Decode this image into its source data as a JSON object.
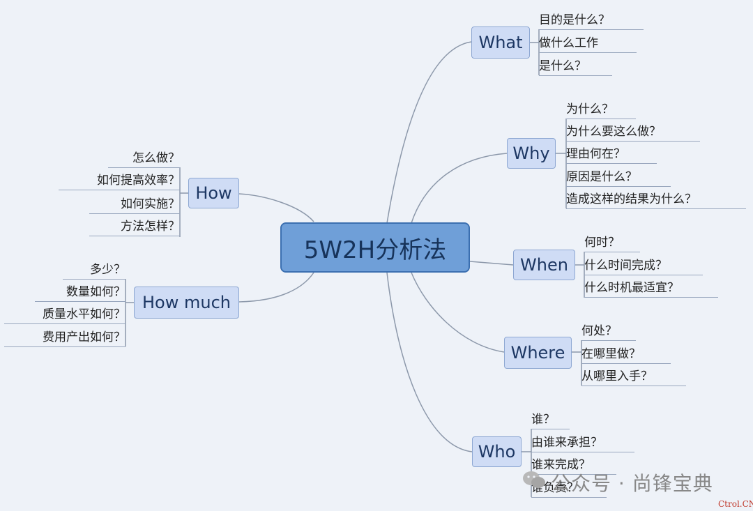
{
  "center": {
    "label": "5W2H分析法"
  },
  "what": {
    "label": "What",
    "items": [
      "目的是什么？",
      "做什么工作",
      "是什么？"
    ]
  },
  "why": {
    "label": "Why",
    "items": [
      "为什么？",
      "为什么要这么做？",
      "理由何在？",
      "原因是什么？",
      "造成这样的结果为什么？"
    ]
  },
  "when": {
    "label": "When",
    "items": [
      "何时？",
      "什么时间完成？",
      "什么时机最适宜？"
    ]
  },
  "where": {
    "label": "Where",
    "items": [
      "何处？",
      "在哪里做？",
      "从哪里入手？"
    ]
  },
  "who": {
    "label": "Who",
    "items": [
      "谁？",
      "由谁来承担？",
      "谁来完成？",
      "谁负责？"
    ]
  },
  "how": {
    "label": "How",
    "items": [
      "怎么做？",
      "如何提高效率？",
      "如何实施？",
      "方法怎样？"
    ]
  },
  "how_much": {
    "label": "How much",
    "items": [
      "多少？",
      "数量如何？",
      "质量水平如何？",
      "费用产出如何？"
    ]
  },
  "watermark": {
    "text": "公众号 · 尚锋宝典"
  },
  "credit": {
    "text": "Ctrol.CN"
  }
}
